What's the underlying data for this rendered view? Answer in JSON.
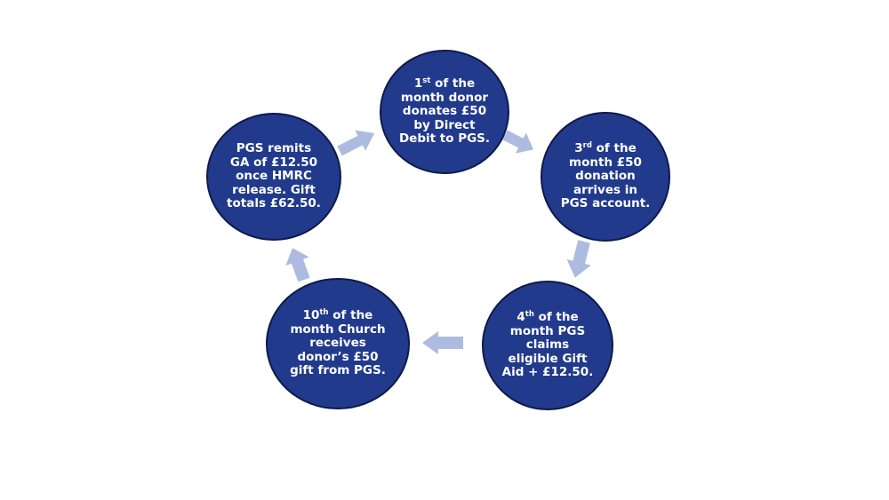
{
  "diagram": {
    "colors": {
      "node_fill": "#223a8c",
      "node_border": "#0d1a4a",
      "node_text": "#ffffff",
      "arrow": "#aebbe0"
    },
    "steps": [
      {
        "lines": [
          {
            "pre": "1",
            "sup": "st",
            "post": " of the"
          },
          {
            "text": "month donor"
          },
          {
            "text": "donates £50"
          },
          {
            "text": "by Direct"
          },
          {
            "text": "Debit to PGS."
          }
        ]
      },
      {
        "lines": [
          {
            "pre": "3",
            "sup": "rd",
            "post": " of the"
          },
          {
            "text": "month £50"
          },
          {
            "text": "donation"
          },
          {
            "text": "arrives in"
          },
          {
            "text": "PGS account."
          }
        ]
      },
      {
        "lines": [
          {
            "pre": "4",
            "sup": "th",
            "post": " of the"
          },
          {
            "text": "month PGS"
          },
          {
            "text": "claims"
          },
          {
            "text": "eligible Gift"
          },
          {
            "text": "Aid + £12.50."
          }
        ]
      },
      {
        "lines": [
          {
            "pre": "10",
            "sup": "th",
            "post": " of the"
          },
          {
            "text": "month Church"
          },
          {
            "text": "receives"
          },
          {
            "text": "donor’s £50"
          },
          {
            "text": "gift from PGS."
          }
        ]
      },
      {
        "lines": [
          {
            "text": "PGS remits"
          },
          {
            "text": "GA of £12.50"
          },
          {
            "text": "once HMRC"
          },
          {
            "text": "release. Gift"
          },
          {
            "text": "totals £62.50."
          }
        ]
      }
    ],
    "flow_arrows": [
      {
        "from": "step-1",
        "to": "step-2"
      },
      {
        "from": "step-2",
        "to": "step-3"
      },
      {
        "from": "step-3",
        "to": "step-4"
      },
      {
        "from": "step-4",
        "to": "step-5"
      },
      {
        "from": "step-5",
        "to": "step-1"
      }
    ]
  }
}
